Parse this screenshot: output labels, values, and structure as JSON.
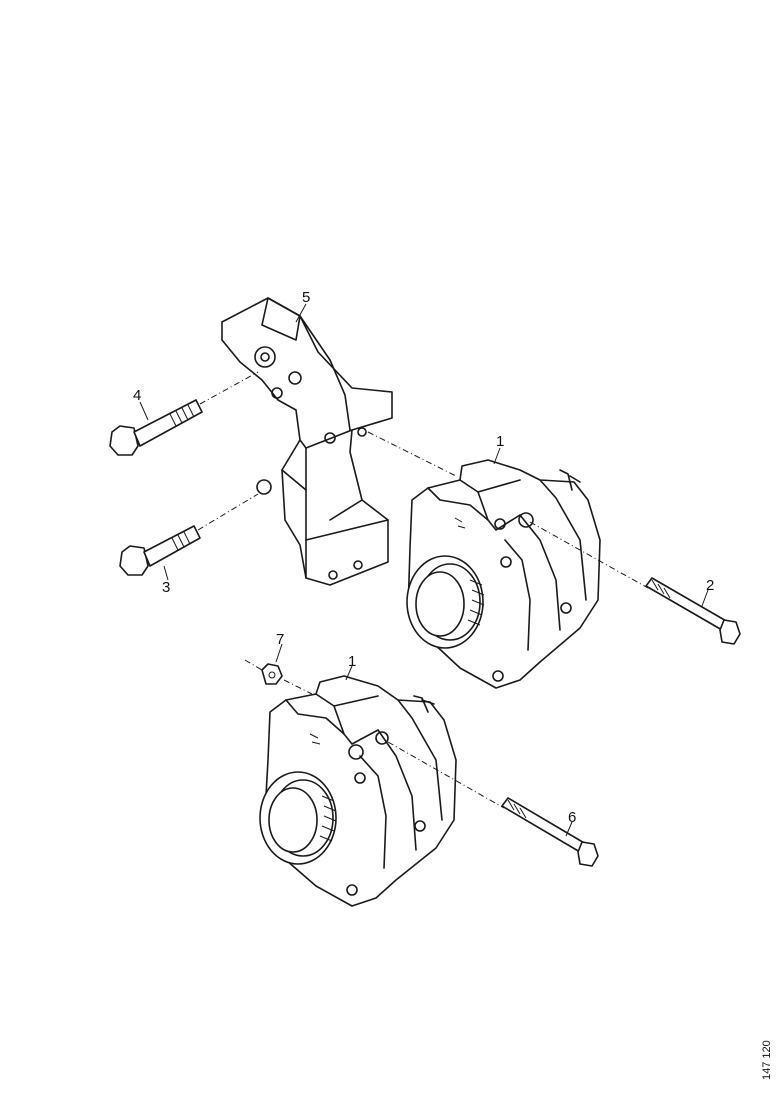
{
  "callouts": {
    "c1_top": "1",
    "c1_bottom": "1",
    "c2": "2",
    "c3": "3",
    "c4": "4",
    "c5": "5",
    "c6": "6",
    "c7": "7"
  },
  "reference_code": "147 120"
}
